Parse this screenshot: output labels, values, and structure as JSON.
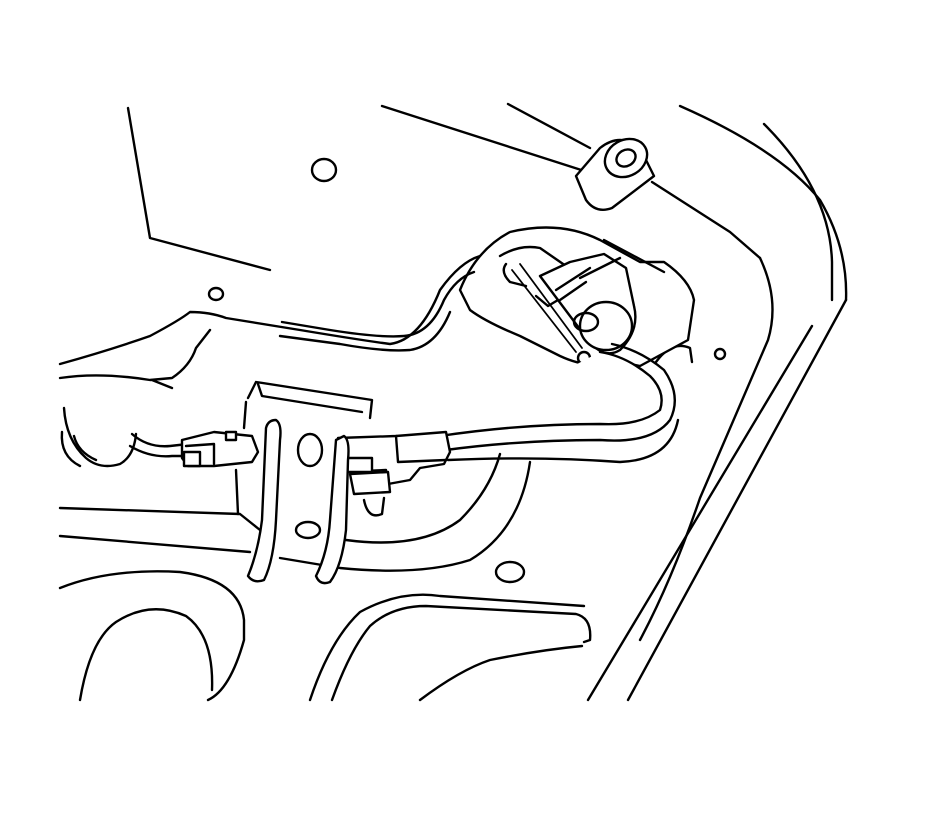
{
  "figure": {
    "style": "monochrome line illustration",
    "colors": {
      "background": "#ffffff",
      "line": "#000000"
    },
    "components": [
      "body-panel",
      "rubber-bumper",
      "wiring-harness",
      "harness-connector-left",
      "harness-connector-right",
      "actuator-motor",
      "mounting-bracket",
      "retaining-clips"
    ]
  }
}
